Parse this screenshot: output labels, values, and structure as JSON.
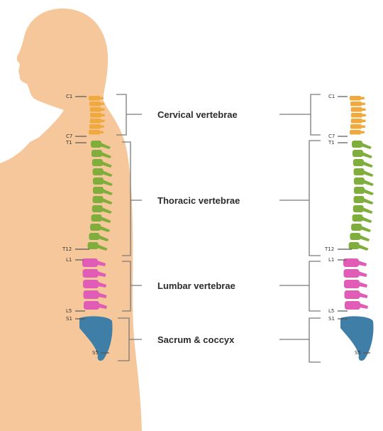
{
  "colors": {
    "background": "#ffffff",
    "skin": "#f6c79a",
    "cervical": "#f0a93c",
    "thoracic": "#7fae3c",
    "lumbar": "#e05cb6",
    "sacrum": "#3f7ea6",
    "bracket": "#7a7a7a",
    "text": "#2b2b2b"
  },
  "regions": [
    {
      "key": "cervical",
      "label": "Cervical vertebrae"
    },
    {
      "key": "thoracic",
      "label": "Thoracic vertebrae"
    },
    {
      "key": "lumbar",
      "label": "Lumbar vertebrae"
    },
    {
      "key": "sacrum",
      "label": "Sacrum & coccyx"
    }
  ],
  "vertebra_labels": {
    "c1": "C1",
    "c7": "C7",
    "t1": "T1",
    "t12": "T12",
    "l1": "L1",
    "l5": "L5",
    "s1": "S1",
    "s5": "S5"
  }
}
